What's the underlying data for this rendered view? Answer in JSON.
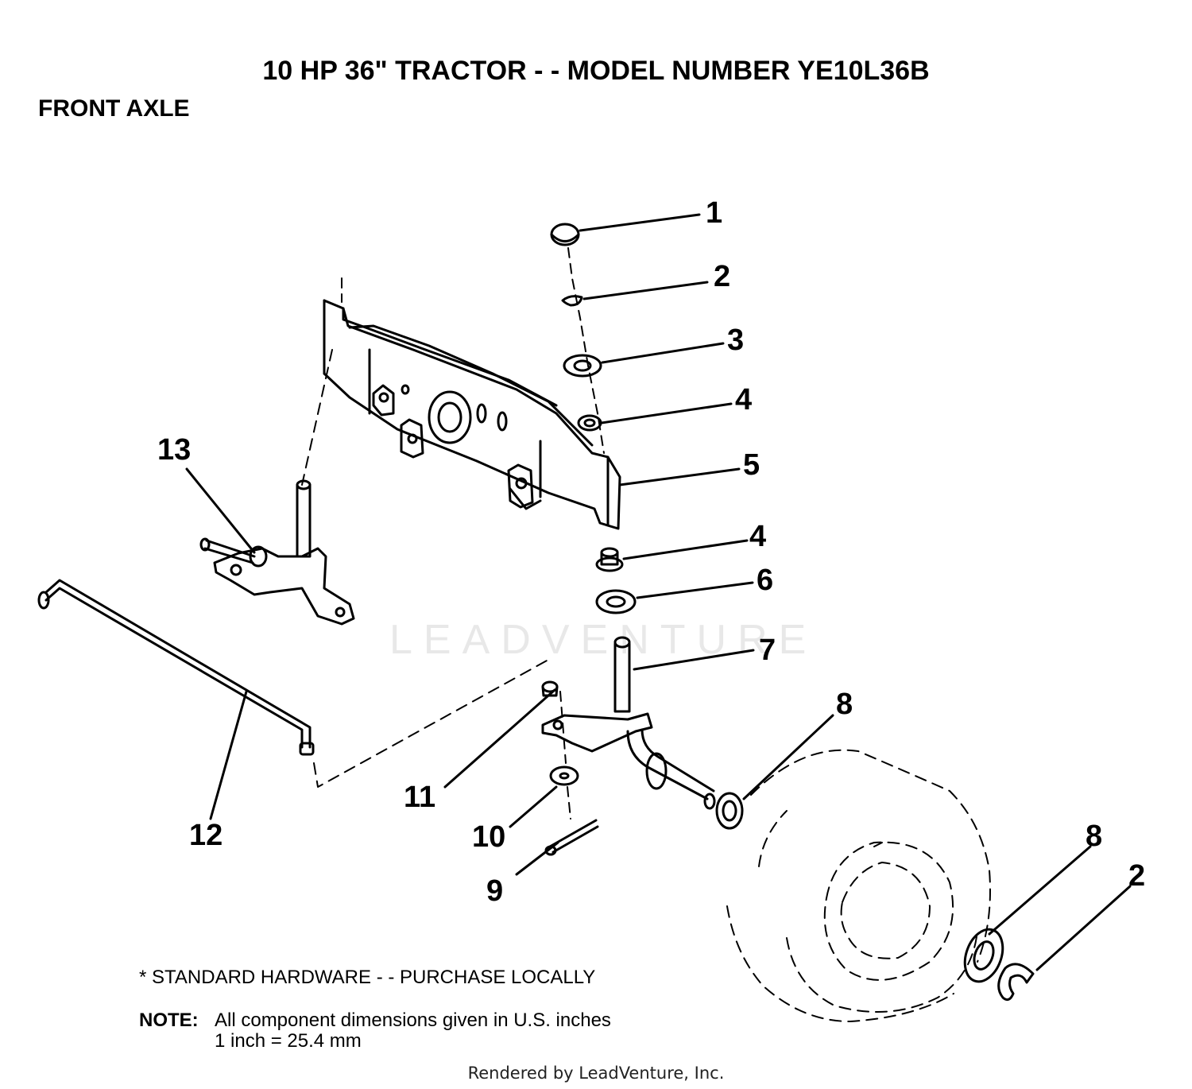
{
  "header": {
    "title": "10 HP 36\" TRACTOR - - MODEL NUMBER YE10L36B",
    "section": "FRONT AXLE"
  },
  "callouts": [
    "1",
    "2",
    "3",
    "4",
    "5",
    "4",
    "6",
    "7",
    "8",
    "11",
    "10",
    "9",
    "12",
    "13",
    "8",
    "2"
  ],
  "notes": {
    "standard_hardware": "* STANDARD HARDWARE - - PURCHASE LOCALLY",
    "note_label": "NOTE:",
    "note_line1": "All component dimensions given in U.S. inches",
    "note_line2": "1 inch = 25.4 mm"
  },
  "watermark": "LEADVENTURE",
  "footer": {
    "credit": "Rendered by LeadVenture, Inc."
  }
}
